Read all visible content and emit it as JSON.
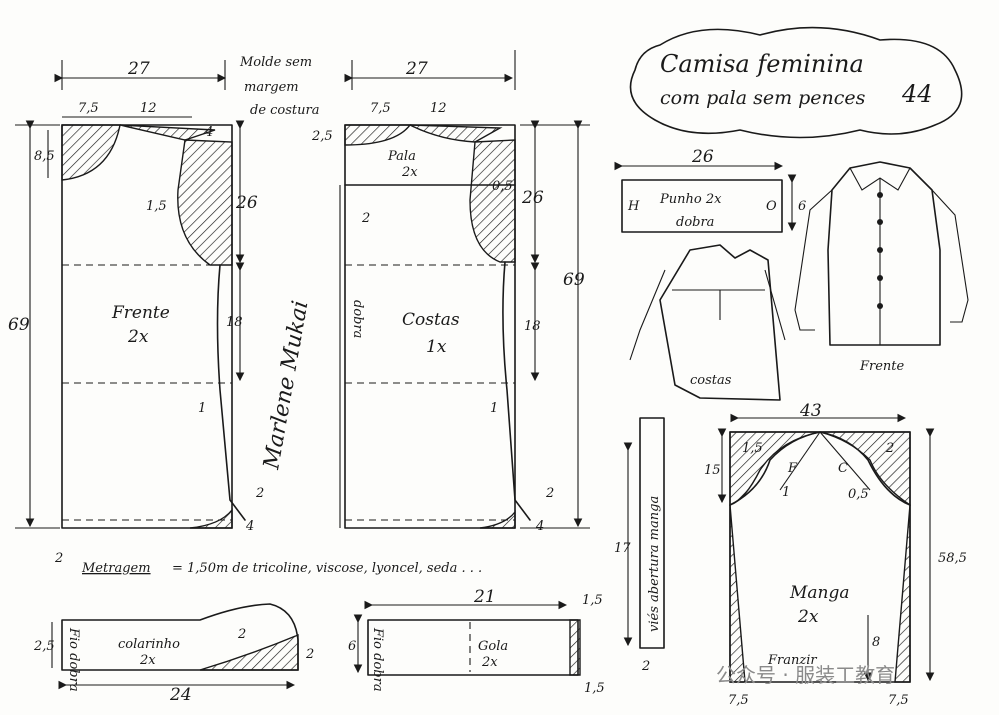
{
  "title": {
    "line1": "Camisa feminina",
    "line2": "com pala sem pences",
    "number": "44"
  },
  "header_note": {
    "line1": "Molde sem",
    "line2": "margem",
    "line3": "de costura"
  },
  "front": {
    "label": "Frente",
    "qty": "2x",
    "width": "27",
    "neck_w": "7,5",
    "shoulder_w": "12",
    "shoulder_drop": "4",
    "neck_depth": "8,5",
    "armhole_curve": "1,5",
    "armhole_depth": "26",
    "waist_h": "18",
    "length": "69",
    "side_in": "1",
    "hem_out": "2",
    "hem_curve": "4",
    "bottom": "2"
  },
  "back": {
    "label": "Costas",
    "qty": "1x",
    "width": "27",
    "neck_w": "7,5",
    "shoulder_w": "12",
    "neck_drop": "2,5",
    "yoke": "Pala",
    "yoke_qty": "2x",
    "yoke_depth": "2",
    "armhole_curve": "0,5",
    "armhole_depth": "26",
    "waist_h": "18",
    "length": "69",
    "side_in": "1",
    "hem_out": "2",
    "hem_curve": "4",
    "fold": "dobra"
  },
  "signature": "Marlene Mukai",
  "metragem": {
    "label": "Metragem",
    "text": "= 1,50m de tricoline, viscose, lyoncel, seda . . ."
  },
  "cuff": {
    "label": "Punho 2x",
    "fold": "dobra",
    "width": "26",
    "height": "6",
    "left_mark": "H",
    "right_mark": "O"
  },
  "sketch": {
    "back_label": "costas",
    "front_label": "Frente"
  },
  "sleeve": {
    "label": "Manga",
    "qty": "2x",
    "width": "43",
    "cap_h": "15",
    "length": "58,5",
    "left_mark": "1,5",
    "right_mark": "2",
    "f_mark": "F",
    "c_mark": "C",
    "curve_in": "1",
    "curve_out": "0,5",
    "gather": "Franzir",
    "slit": "8",
    "hem_left": "7,5",
    "hem_right": "7,5",
    "bias": "viés abertura manga",
    "bias_len": "17",
    "bias_w": "2"
  },
  "collar": {
    "label": "colarinho",
    "qty": "2x",
    "height": "2,5",
    "width": "24",
    "fold": "Fio dobra",
    "point": "2",
    "side": "2"
  },
  "band": {
    "label": "Gola",
    "qty": "2x",
    "width": "21",
    "height": "6",
    "fold": "Fio dobra",
    "top": "1,5",
    "bottom": "1,5"
  },
  "watermark": "公众号 · 服装工教育"
}
